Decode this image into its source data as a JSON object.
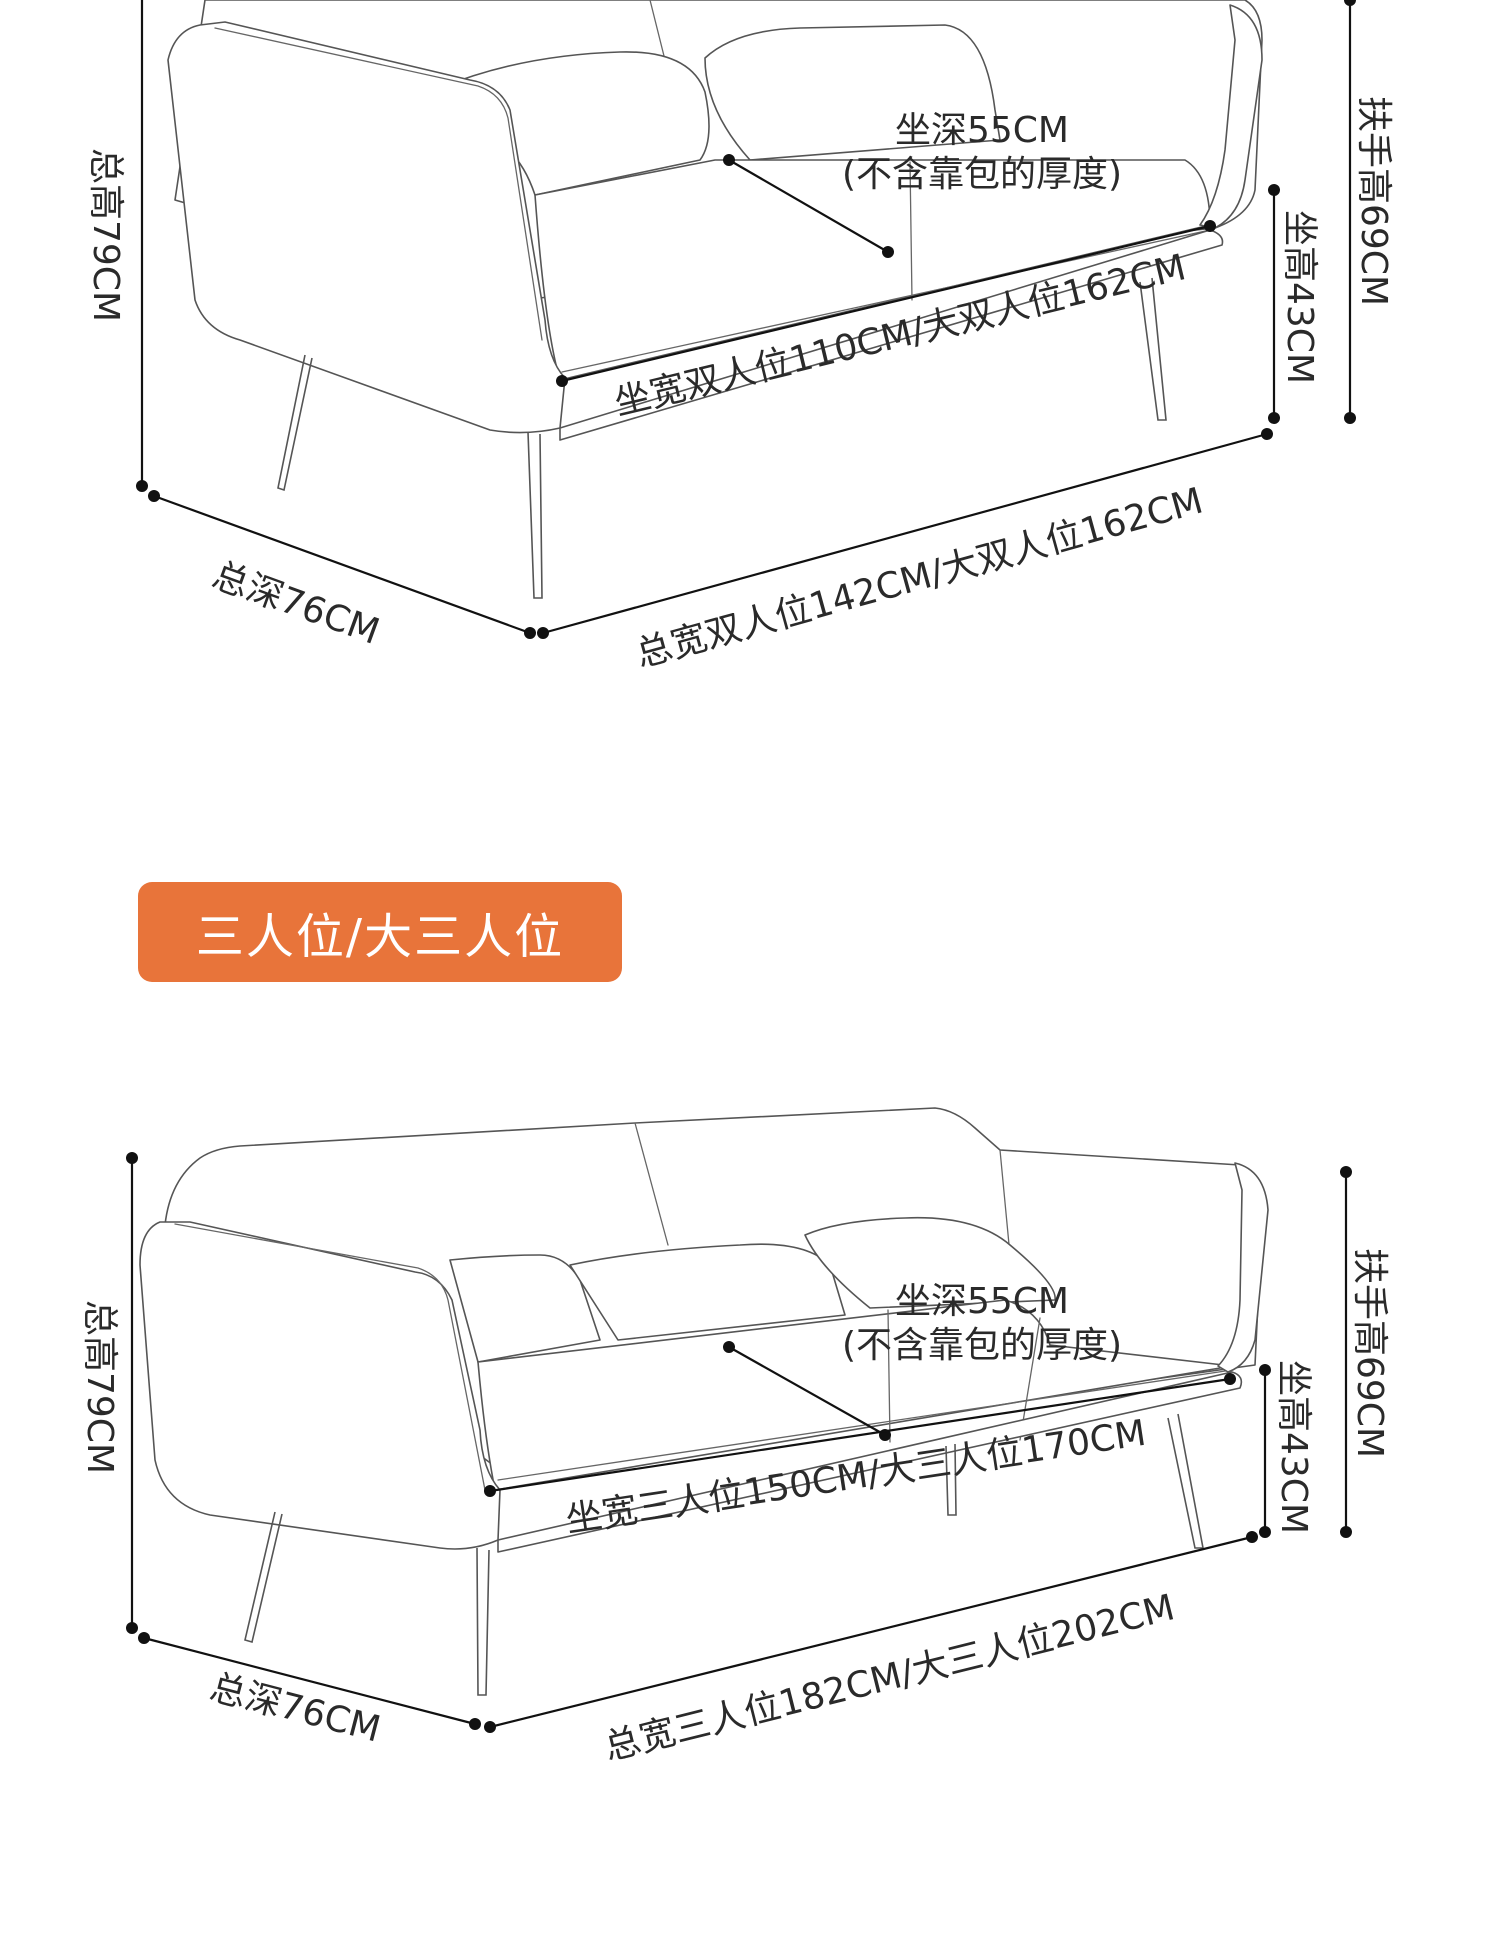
{
  "loveseat": {
    "seat_depth": "坐深55CM",
    "seat_depth_note": "(不含靠包的厚度)",
    "seat_width": "坐宽双人位110CM/大双人位162CM",
    "total_width": "总宽双人位142CM/大双人位162CM",
    "total_depth": "总深76CM",
    "total_height": "总高79CM",
    "seat_height": "坐高43CM",
    "armrest_height": "扶手高69CM"
  },
  "section_badge": {
    "label": "三人位/大三人位",
    "color": "#E8743A"
  },
  "three_seater": {
    "seat_depth": "坐深55CM",
    "seat_depth_note": "(不含靠包的厚度)",
    "seat_width": "坐宽三人位150CM/大三人位170CM",
    "total_width": "总宽三人位182CM/大三人位202CM",
    "total_depth": "总深76CM",
    "total_height": "总高79CM",
    "seat_height": "坐高43CM",
    "armrest_height": "扶手高69CM"
  }
}
